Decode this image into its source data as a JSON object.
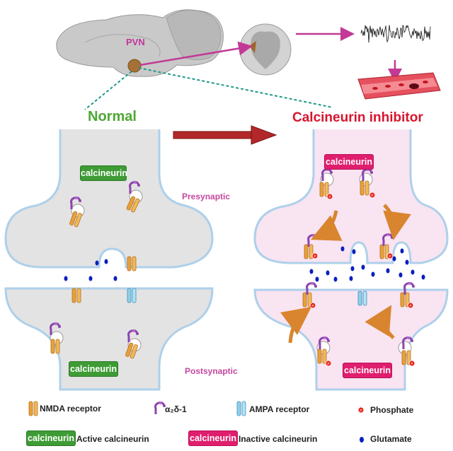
{
  "top": {
    "pvn_label": "PVN"
  },
  "conditions": {
    "normal": "Normal",
    "inhibitor": "Calcineurin inhibitor"
  },
  "synapse": {
    "presynaptic": "Presynaptic",
    "postsynaptic": "Postsynaptic"
  },
  "boxes": {
    "normal_pre": "calcineurin",
    "normal_post": "calcineurin",
    "inhib_pre": "calcineurin",
    "inhib_post": "calcineurin"
  },
  "legend": {
    "nmda": "NMDA receptor",
    "a2d1": "α₂δ-1",
    "ampa": "AMPA receptor",
    "phosphate": "Phosphate",
    "active_box": "calcineurin",
    "active": "Active calcineurin",
    "inactive_box": "calcineurin",
    "inactive": "Inactive calcineurin",
    "glutamate": "Glutamate"
  },
  "colors": {
    "active": "#3e9b35",
    "inactive": "#e01e6e",
    "nmda": "#e8a13a",
    "a2d1": "#8e44ad",
    "ampa": "#8fd0ec",
    "phosphate": "#e8281e",
    "glutamate": "#0a1fbf",
    "arrow_main": "#b2282a",
    "arrow_magenta": "#c23a95",
    "arrow_orange": "#d9852f"
  }
}
